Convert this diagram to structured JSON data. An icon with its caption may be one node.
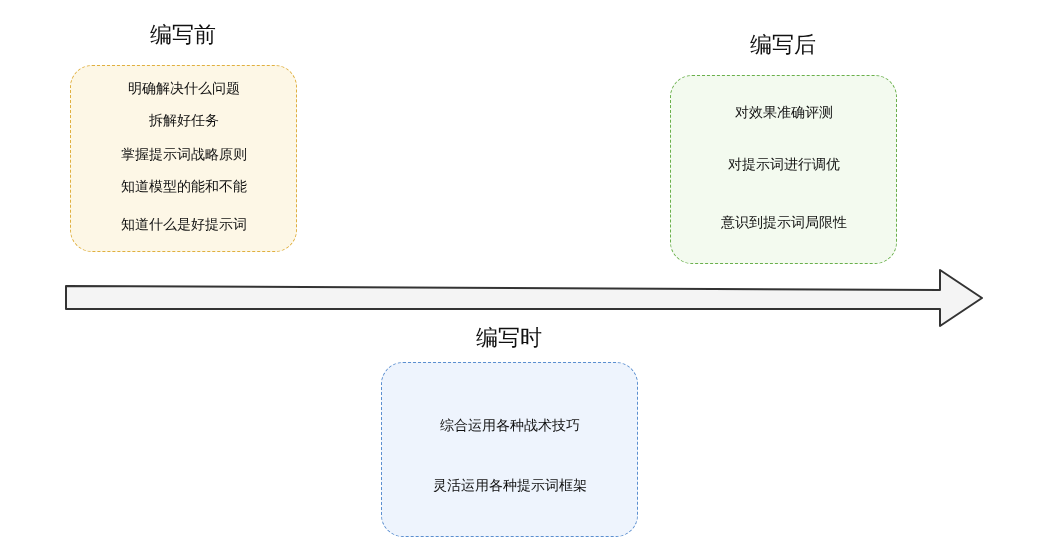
{
  "diagram": {
    "nodes": [
      {
        "text": [
          "编写前",
          "明确解决什么问题",
          "拆解好任务",
          "掌握提示词战略原则",
          "知道模型的能和不能",
          "知道什么是好提示词"
        ]
      },
      {
        "text": [
          "编写后",
          "对效果准确评测",
          "对提示词进行调优",
          "意识到提示词局限性"
        ]
      },
      {
        "text": [
          "编写时",
          "综合运用各种战术技巧",
          "灵活运用各种提示词框架"
        ]
      }
    ],
    "edges": []
  }
}
